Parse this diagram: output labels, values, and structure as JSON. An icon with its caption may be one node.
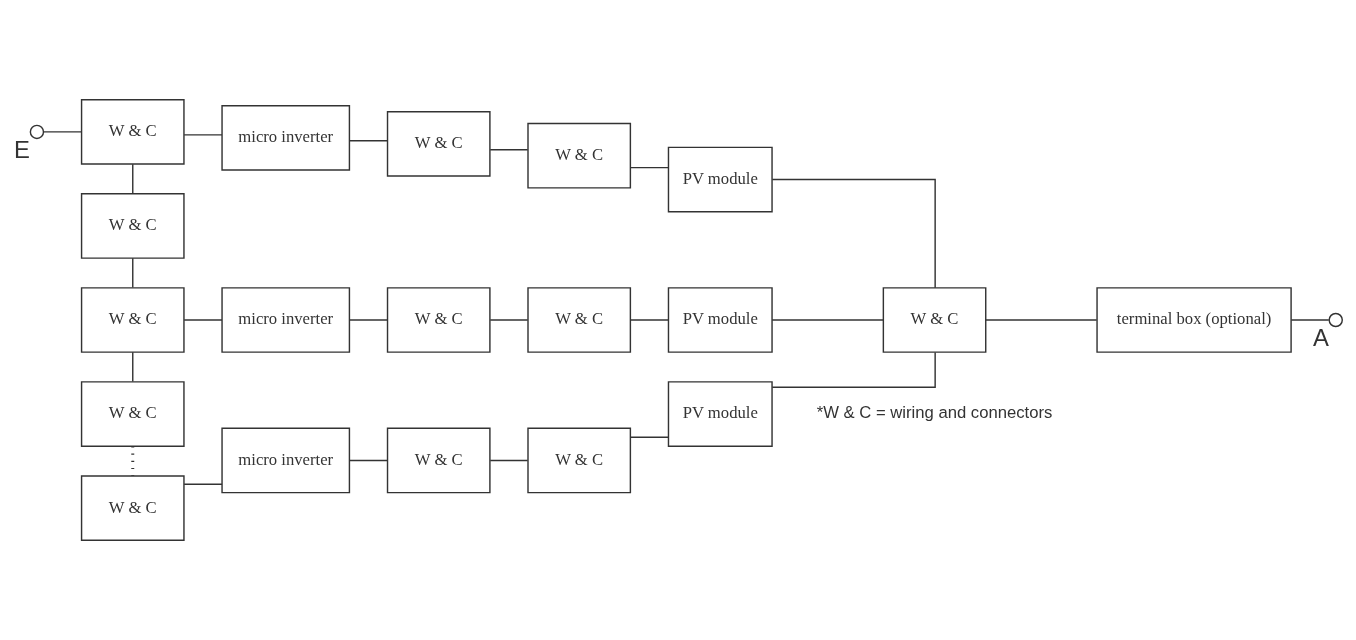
{
  "diagram": {
    "nodes": [
      {
        "text": [],
        "shape": "circle",
        "beside": [
          "E"
        ]
      },
      {
        "text": [
          "W & C"
        ]
      },
      {
        "text": [
          "micro inverter"
        ]
      },
      {
        "text": [
          "W & C"
        ]
      },
      {
        "text": [
          "W & C"
        ]
      },
      {
        "text": [
          "PV module"
        ]
      },
      {
        "text": [
          "W & C"
        ]
      },
      {
        "text": [
          "terminal box (optional)"
        ]
      },
      {
        "text": [],
        "shape": "circle",
        "beside": [
          "A"
        ]
      },
      {
        "text": [
          "W & C"
        ]
      },
      {
        "text": [
          "W & C"
        ]
      },
      {
        "text": [
          "micro inverter"
        ]
      },
      {
        "text": [
          "W & C"
        ]
      },
      {
        "text": [
          "W & C"
        ]
      },
      {
        "text": [
          "PV module"
        ]
      },
      {
        "text": [
          "W & C"
        ]
      },
      {
        "text": [
          "W & C"
        ]
      },
      {
        "text": [
          "micro inverter"
        ]
      },
      {
        "text": [
          "W & C"
        ]
      },
      {
        "text": [
          "W & C"
        ]
      },
      {
        "text": [
          "PV module"
        ]
      }
    ],
    "edges": [
      {
        "from": 0,
        "to": 1,
        "arrow": "none"
      },
      {
        "from": 1,
        "to": 2,
        "arrow": "none"
      },
      {
        "from": 2,
        "to": 3,
        "arrow": "none"
      },
      {
        "from": 3,
        "to": 4,
        "arrow": "none"
      },
      {
        "from": 4,
        "to": 5,
        "arrow": "none"
      },
      {
        "from": 5,
        "to": 6,
        "arrow": "none"
      },
      {
        "from": 6,
        "to": 7,
        "arrow": "none"
      },
      {
        "from": 7,
        "to": 8,
        "arrow": "none"
      },
      {
        "from": 1,
        "to": 9,
        "arrow": "none"
      },
      {
        "from": 9,
        "to": 10,
        "arrow": "none"
      },
      {
        "from": 10,
        "to": 11,
        "arrow": "none"
      },
      {
        "from": 11,
        "to": 12,
        "arrow": "none"
      },
      {
        "from": 12,
        "to": 13,
        "arrow": "none"
      },
      {
        "from": 13,
        "to": 14,
        "arrow": "none"
      },
      {
        "from": 14,
        "to": 6,
        "arrow": "none"
      },
      {
        "from": 10,
        "to": 15,
        "arrow": "none"
      },
      {
        "from": 15,
        "to": 16,
        "arrow": "none",
        "style": "dashed"
      },
      {
        "from": 16,
        "to": 17,
        "arrow": "none"
      },
      {
        "from": 17,
        "to": 18,
        "arrow": "none"
      },
      {
        "from": 18,
        "to": 19,
        "arrow": "none"
      },
      {
        "from": 19,
        "to": 20,
        "arrow": "none"
      },
      {
        "from": 20,
        "to": 6,
        "arrow": "none"
      }
    ],
    "labels": [
      "*W & C = wiring and connectors"
    ]
  }
}
